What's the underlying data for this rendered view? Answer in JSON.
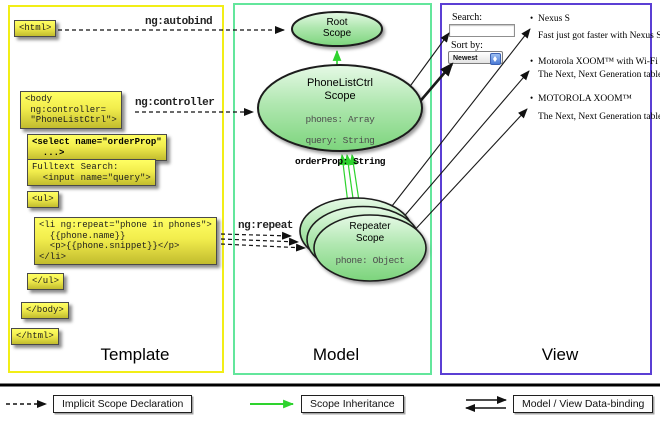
{
  "panels": {
    "template": {
      "title": "Template"
    },
    "model": {
      "title": "Model"
    },
    "view": {
      "title": "View"
    }
  },
  "template_code": {
    "html_open": "<html>",
    "body_open": "<body\n ng:controller=\n \"PhoneListCtrl\">",
    "select": "<select name=\"orderProp\"\n  ...>",
    "fulltext": "Fulltext Search:\n  <input name=\"query\">",
    "ul_open": "<ul>",
    "li_repeat": "<li ng:repeat=\"phone in phones\">\n  {{phone.name}}\n  <p>{{phone.snippet}}</p>\n</li>",
    "ul_close": "</ul>",
    "body_close": "</body>",
    "html_close": "</html>"
  },
  "edge_labels": {
    "autobind": "ng:autobind",
    "controller": "ng:controller",
    "repeat": "ng:repeat"
  },
  "model_scopes": {
    "root": {
      "title": "Root\nScope"
    },
    "phone_list_ctrl": {
      "title": "PhoneListCtrl\nScope",
      "prop_phones": "phones: Array",
      "prop_query": "query: String",
      "prop_order": "orderProp: String"
    },
    "repeater": {
      "title": "Repeater\nScope",
      "prop_phone": "phone: Object"
    }
  },
  "view": {
    "search_label": "Search:",
    "search_value": "",
    "sort_label": "Sort by:",
    "sort_selected": "Newest",
    "items": [
      {
        "bullet": "•",
        "title": "Nexus S",
        "desc": "Fast just got faster with Nexus S."
      },
      {
        "bullet": "•",
        "title": "Motorola XOOM™  with Wi-Fi",
        "desc": "The Next, Next Generation tablet."
      },
      {
        "bullet": "•",
        "title": "MOTOROLA XOOM™",
        "desc": "The Next, Next Generation tablet."
      }
    ]
  },
  "legend": {
    "implicit": "Implicit Scope Declaration",
    "inheritance": "Scope Inheritance",
    "binding": "Model / View Data-binding"
  },
  "colors": {
    "template_border": "#f2ee17",
    "model_border": "#63e69c",
    "view_border": "#5b3fd4",
    "scope_green": "#2ed32e",
    "code_box_top": "#ffff63",
    "code_box_bottom": "#c2bc2e"
  }
}
